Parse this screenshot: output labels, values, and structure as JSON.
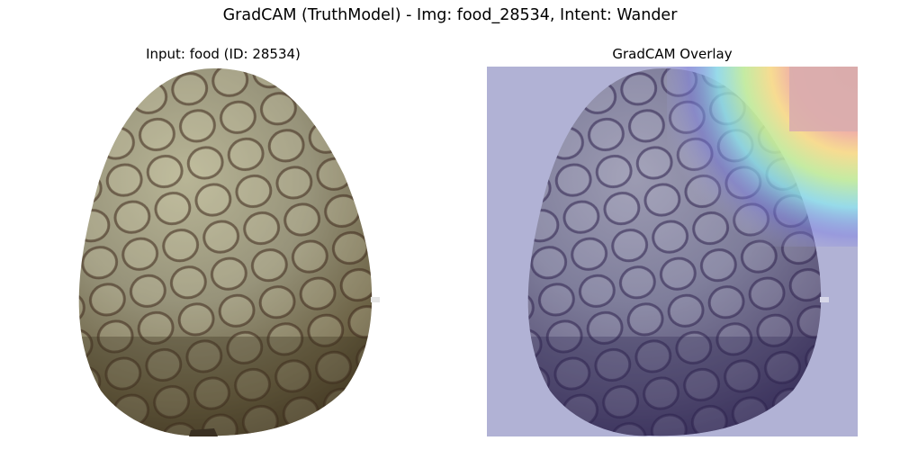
{
  "figure": {
    "suptitle": "GradCAM (TruthModel) - Img: food_28534, Intent: Wander"
  },
  "panels": [
    {
      "title": "Input: food (ID: 28534)",
      "content": "photo of a speckled egg-shaped food item"
    },
    {
      "title": "GradCAM Overlay",
      "content": "same photo with jet-colormap GradCAM heatmap overlay; activation concentrated at top-right"
    }
  ],
  "colors": {
    "egg_base": "#8d8a70",
    "egg_dark": "#4b412a",
    "egg_vein": "#3a2418",
    "overlay_low": "#2c2f9e",
    "overlay_high": "#c00000"
  }
}
